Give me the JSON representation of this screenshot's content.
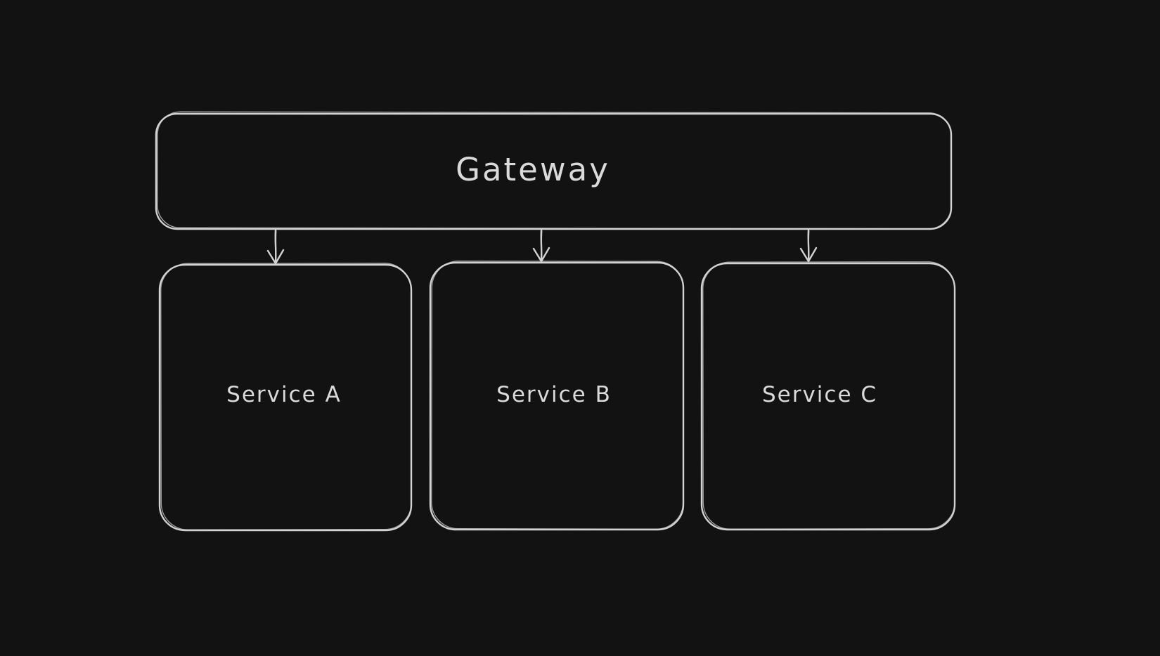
{
  "theme": {
    "canvas-bg": "#121212",
    "stroke": "#d2d2d2",
    "text": "#dadada"
  },
  "diagram": {
    "type": "flowchart",
    "style": "hand-drawn",
    "nodes": [
      {
        "id": "gateway",
        "label": "Gateway",
        "shape": "rounded-rectangle"
      },
      {
        "id": "service-a",
        "label": "Service A",
        "shape": "rounded-rectangle"
      },
      {
        "id": "service-b",
        "label": "Service B",
        "shape": "rounded-rectangle"
      },
      {
        "id": "service-c",
        "label": "Service C",
        "shape": "rounded-rectangle"
      }
    ],
    "edges": [
      {
        "from": "Gateway",
        "to": "Service A",
        "direction": "down",
        "arrowhead": "open-v"
      },
      {
        "from": "Gateway",
        "to": "Service B",
        "direction": "down",
        "arrowhead": "open-v"
      },
      {
        "from": "Gateway",
        "to": "Service C",
        "direction": "down",
        "arrowhead": "open-v"
      }
    ]
  }
}
